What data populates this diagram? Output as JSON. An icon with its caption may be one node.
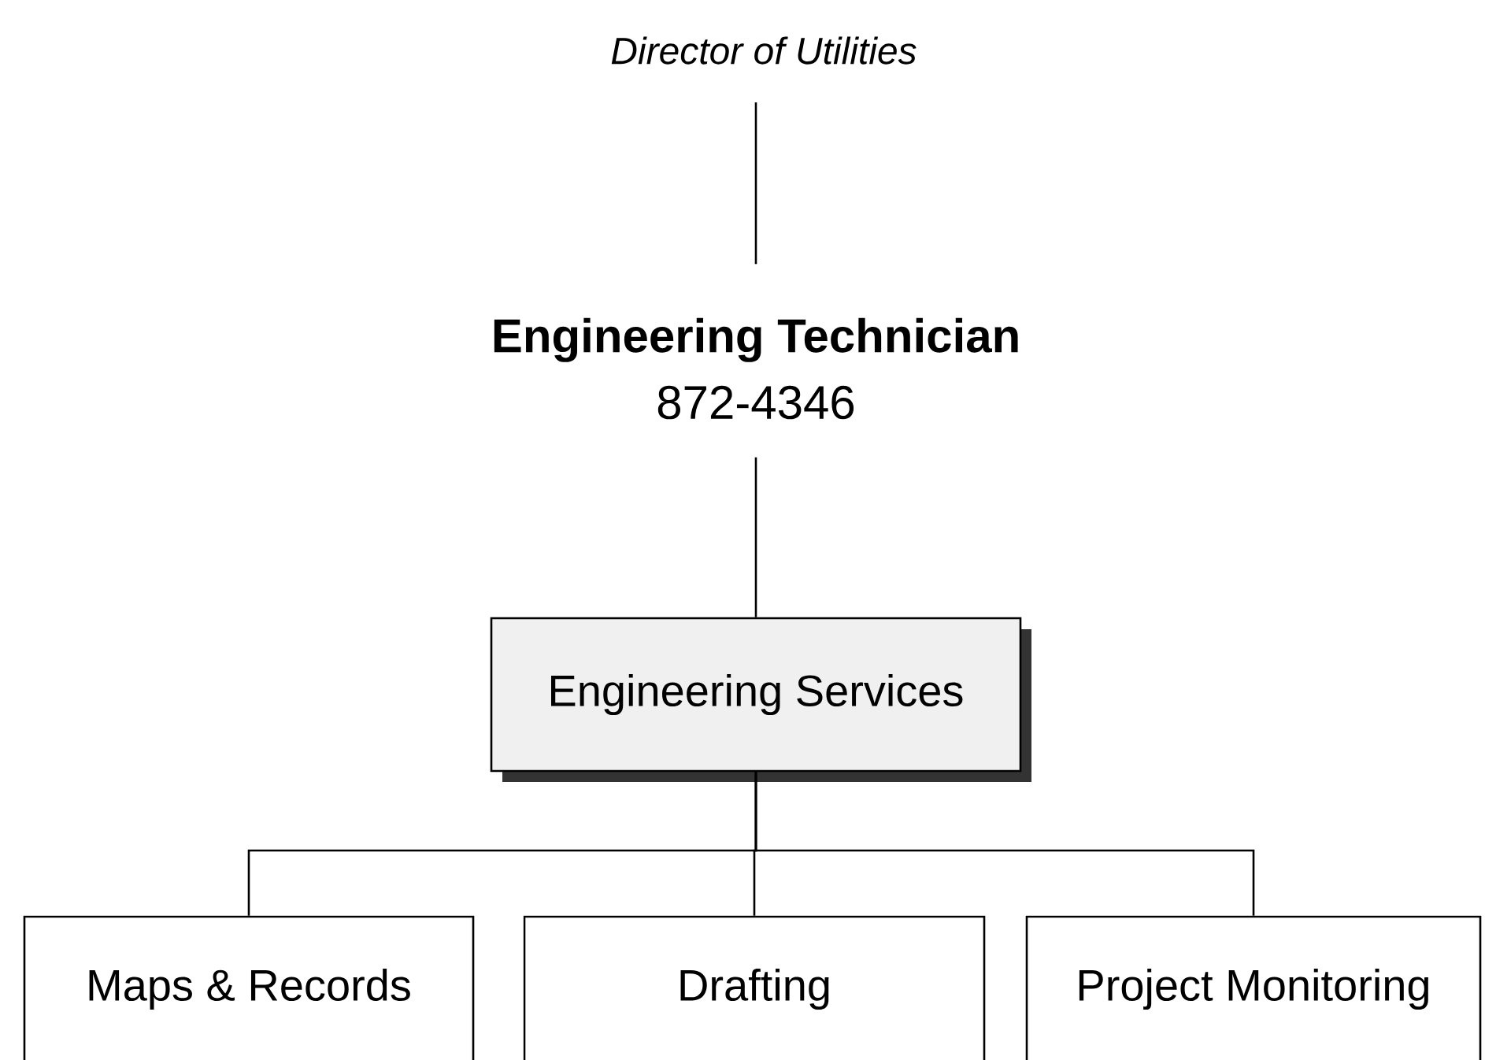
{
  "diagram": {
    "nodes": [
      {
        "text": [
          "Director of Utilities"
        ]
      },
      {
        "text": [
          "Engineering Technician",
          "872-4346"
        ]
      },
      {
        "text": [
          "Engineering Services"
        ]
      },
      {
        "text": [
          "Maps & Records"
        ]
      },
      {
        "text": [
          "Drafting"
        ]
      },
      {
        "text": [
          "Project Monitoring"
        ]
      }
    ],
    "edges": [
      {
        "from": 0,
        "to": 1,
        "arrow": "none"
      },
      {
        "from": 1,
        "to": 2,
        "arrow": "none"
      },
      {
        "from": 2,
        "to": 3,
        "arrow": "none"
      },
      {
        "from": 2,
        "to": 4,
        "arrow": "none"
      },
      {
        "from": 2,
        "to": 5,
        "arrow": "none"
      }
    ]
  }
}
